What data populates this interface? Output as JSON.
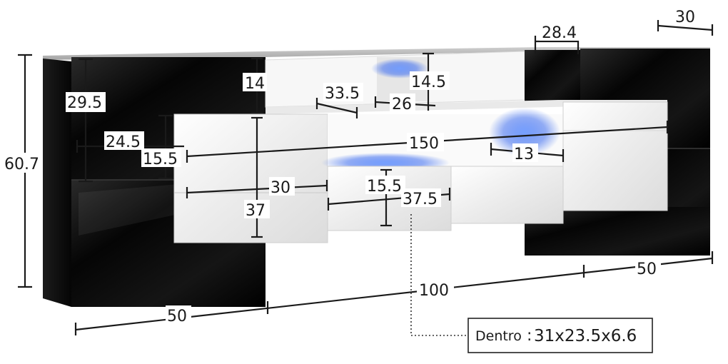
{
  "dimensions": {
    "total_height": "60.7",
    "top_depth": "30",
    "glass_top_width": "28.4",
    "left_upper_block_height": "29.5",
    "shelf_gap_height": "14",
    "center_niche_height": "14.5",
    "shelf_depth": "33.5",
    "shelf_inner_depth": "26",
    "front_offset": "24.5",
    "front_panel_height": "15.5",
    "white_unit_width": "150",
    "right_niche_width": "13",
    "door_width": "30",
    "drawer_height": "15.5",
    "drawer_width": "37.5",
    "white_unit_height": "37",
    "left_block_width": "50",
    "middle_span": "100",
    "right_block_width": "50"
  },
  "callout": {
    "label": "Dentro",
    "separator": ":",
    "value": "31x23.5x6.6"
  },
  "colors": {
    "black_gloss": "#0b0b0b",
    "white_gloss": "#f2f2f2",
    "led_blue": "#4a7dff",
    "line": "#1a1a1a"
  }
}
